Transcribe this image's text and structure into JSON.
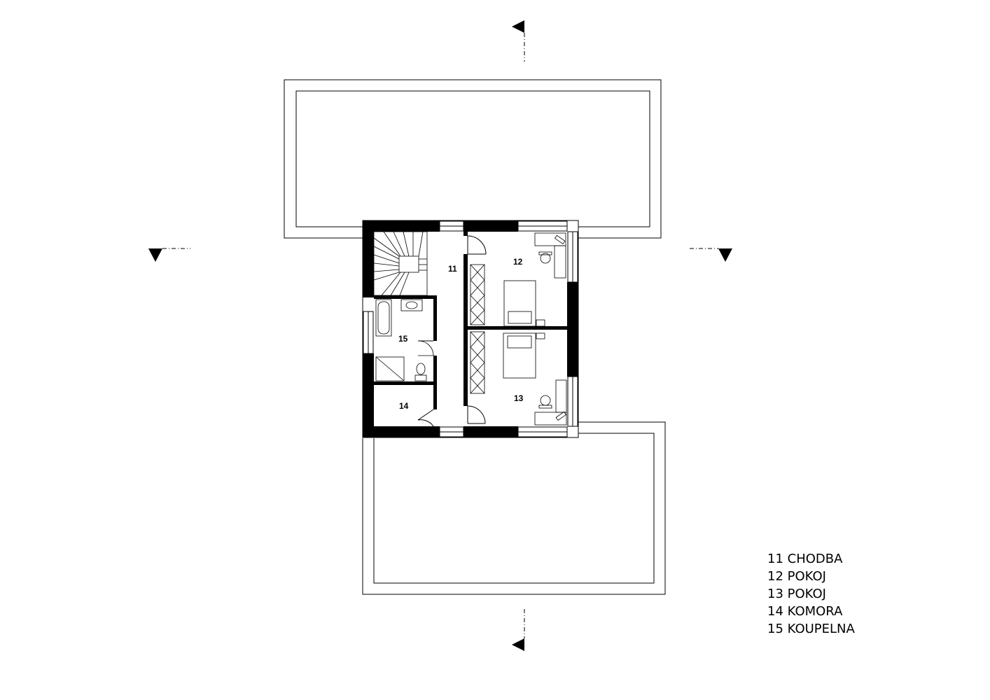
{
  "rooms": [
    {
      "number": "11",
      "name": "CHODBA"
    },
    {
      "number": "12",
      "name": "POKOJ"
    },
    {
      "number": "13",
      "name": "POKOJ"
    },
    {
      "number": "14",
      "name": "KOMORA"
    },
    {
      "number": "15",
      "name": "KOUPELNA"
    }
  ],
  "legend": [
    "11 CHODBA",
    "12 POKOJ",
    "13 POKOJ",
    "14 KOMORA",
    "15 KOUPELNA"
  ],
  "colors": {
    "wall": "#000000",
    "line": "#000000",
    "background": "#ffffff"
  }
}
